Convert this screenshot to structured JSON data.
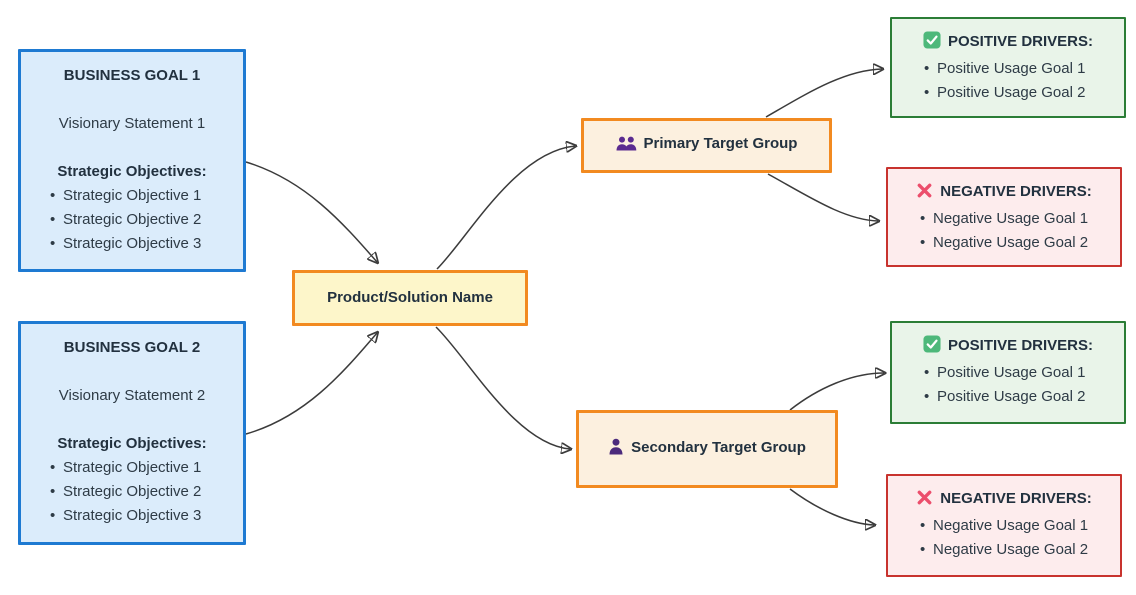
{
  "nodes": {
    "business_goal_1": {
      "title": "BUSINESS GOAL 1",
      "vision": "Visionary Statement 1",
      "objectives_heading": "Strategic Objectives:",
      "objectives": [
        "Strategic Objective 1",
        "Strategic Objective 2",
        "Strategic Objective 3"
      ]
    },
    "business_goal_2": {
      "title": "BUSINESS GOAL 2",
      "vision": "Visionary Statement 2",
      "objectives_heading": "Strategic Objectives:",
      "objectives": [
        "Strategic Objective 1",
        "Strategic Objective 2",
        "Strategic Objective 3"
      ]
    },
    "product": {
      "label": "Product/Solution Name"
    },
    "primary_target": {
      "label": "Primary Target Group",
      "icon": "people-icon"
    },
    "secondary_target": {
      "label": "Secondary Target Group",
      "icon": "person-icon"
    },
    "primary_positive": {
      "heading": "POSITIVE DRIVERS:",
      "icon": "check-icon",
      "items": [
        "Positive Usage Goal 1",
        "Positive Usage Goal 2"
      ]
    },
    "primary_negative": {
      "heading": "NEGATIVE DRIVERS:",
      "icon": "cross-icon",
      "items": [
        "Negative Usage Goal 1",
        "Negative Usage Goal 2"
      ]
    },
    "secondary_positive": {
      "heading": "POSITIVE DRIVERS:",
      "icon": "check-icon",
      "items": [
        "Positive Usage Goal 1",
        "Positive Usage Goal 2"
      ]
    },
    "secondary_negative": {
      "heading": "NEGATIVE DRIVERS:",
      "icon": "cross-icon",
      "items": [
        "Negative Usage Goal 1",
        "Negative Usage Goal 2"
      ]
    }
  },
  "colors": {
    "goal_fill": "#dbecfb",
    "goal_border": "#1e7ad2",
    "product_fill": "#fdf6ca",
    "orange_border": "#f28a20",
    "target_fill": "#fcf0df",
    "positive_fill": "#e9f4e9",
    "positive_border": "#2b7d36",
    "negative_fill": "#fdeced",
    "negative_border": "#c8332e",
    "arrow": "#3b3b3b",
    "text": "#2e3b46",
    "check_icon": "#4db87a",
    "cross_icon": "#ec4e6c",
    "people_icon": "#5b2b90",
    "person_icon": "#4b2a7c"
  }
}
